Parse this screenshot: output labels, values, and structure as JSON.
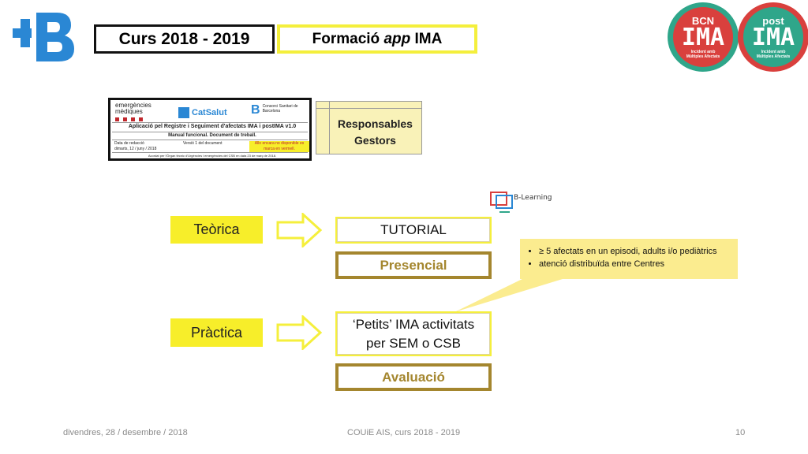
{
  "header": {
    "course_title": "Curs 2018 - 2019",
    "training_prefix": "Formació",
    "training_app": "app",
    "training_suffix": "IMA"
  },
  "logos": {
    "bcn_top": "BCN",
    "bcn_main": "IMA",
    "bcn_sub": "Incident amb Múltiples Afectats",
    "post_top": "post",
    "post_main": "IMA",
    "post_sub": "Incident amb Múltiples Afectats",
    "catsalut": "CatSalut",
    "emergencies": "emergències mèdiques"
  },
  "document_thumb": {
    "org_right": "Consorci Sanitari de Barcelona",
    "title": "Aplicació pel Registre i Seguiment d'afectats IMA i postIMA v1.0",
    "subtitle": "Manual funcional. Document de treball.",
    "col1a": "Data de redacció",
    "col1b": "dimarts, 12 / juny / 2018",
    "col2": "Versió 1 del document",
    "col3": "Allo encara no disponible es marca en vermell.",
    "footer": "Acordat per l'Òrgan tècnic d'Urgències i emergències del CSB en data 23 de març de 2018."
  },
  "responsables": {
    "line1": "Responsables",
    "line2": "Gestors"
  },
  "blearning": "B-Learning",
  "flow": {
    "teorica": "Teòrica",
    "practica": "Pràctica",
    "tutorial": "TUTORIAL",
    "presencial": "Presencial",
    "petits_line1": "‘Petits’ IMA activitats",
    "petits_line2": "per SEM o CSB",
    "avaluacio": "Avaluació"
  },
  "note": {
    "items": [
      "≥ 5 afectats en un episodi, adults i/o pediàtrics",
      "atenció distribuïda entre Centres"
    ]
  },
  "footer": {
    "date": "divendres, 28 / desembre / 2018",
    "center": "COUiE AIS, curs 2018 - 2019",
    "page": "10"
  },
  "colors": {
    "brand_blue": "#2a87d4",
    "yellow": "#f7ee2a",
    "olive": "#a4862e",
    "note": "#fbec8f",
    "badge_green": "#2fa68a",
    "badge_red": "#d9403d"
  }
}
